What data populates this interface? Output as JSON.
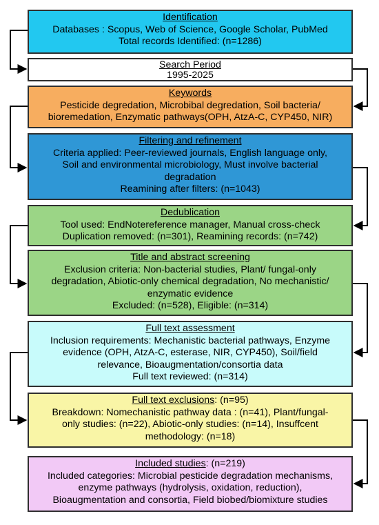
{
  "colors": {
    "identification": "#22c8f0",
    "search_period": "#ffffff",
    "keywords": "#f7ad5f",
    "filtering": "#2f97d6",
    "dedublication": "#9bd586",
    "screening": "#9bd586",
    "full_text": "#c8fbfb",
    "exclusions": "#f9f5a6",
    "included": "#f2c9f6",
    "border": "#2f2f2f"
  },
  "boxes": {
    "identification": {
      "title": "Identification",
      "lines": [
        "Databases : Scopus, Web of  Science, Google Scholar, PubMed",
        "Total records Identified: (n=1286)"
      ]
    },
    "search_period": {
      "title": "Search Period",
      "lines": [
        "1995-2025"
      ]
    },
    "keywords": {
      "title": "Keywords",
      "lines": [
        "Pesticide degredation, Microbibal degredation, Soil bacteria/",
        "bioremedation, Enzymatic pathways(OPH, AtzA-C, CYP450, NIR)"
      ]
    },
    "filtering": {
      "title": "Filtering and refinement",
      "lines": [
        "Criteria applied: Peer-reviewed journals, English language only,",
        "Soil and environmental microbiology, Must involve bacterial",
        "degradation",
        "Reamining after filters: (n=1043)"
      ]
    },
    "dedublication": {
      "title": "Dedublication",
      "lines": [
        "Tool used: EndNotereference manager, Manual cross-check",
        "Duplication removed: (n=301), Reamining records: (n=742)"
      ]
    },
    "screening": {
      "title": "Title and abstract screening",
      "lines": [
        "Exclusion criteria: Non-bacterial studies, Plant/ fungal-only",
        "degradation, Abiotic-only chemical degradation, No mechanistic/",
        "enzymatic evidence",
        "Excluded: (n=528), Eligible: (n=314)"
      ]
    },
    "full_text": {
      "title": "Full text assessment",
      "lines": [
        "Inclusion requirements: Mechanistic bacterial pathways, Enzyme",
        "evidence (OPH, AtzA-C, esterase, NIR, CYP450), Soil/field",
        "relevance, Bioaugmentation/consortia data",
        "Full text reviewed: (n=314)"
      ]
    },
    "exclusions": {
      "title": "Full text exclusions",
      "title_suffix": ": (n=95)",
      "lines": [
        "Breakdown: Nomechanistic pathway data : (n=41), Plant/fungal-",
        "only studies: (n=22), Abiotic-only studies: (n=14), Insuffcent",
        "methodology: (n=18)"
      ]
    },
    "included": {
      "title": "Included studies",
      "title_suffix": ": (n=219)",
      "lines": [
        "Included categories: Microbial pesticide degradation mechanisms,",
        "enzyme pathways (hydrolysis, oxidation, reduction),",
        "Bioaugmentation and consortia, Field biobed/biomixture studies"
      ]
    }
  }
}
